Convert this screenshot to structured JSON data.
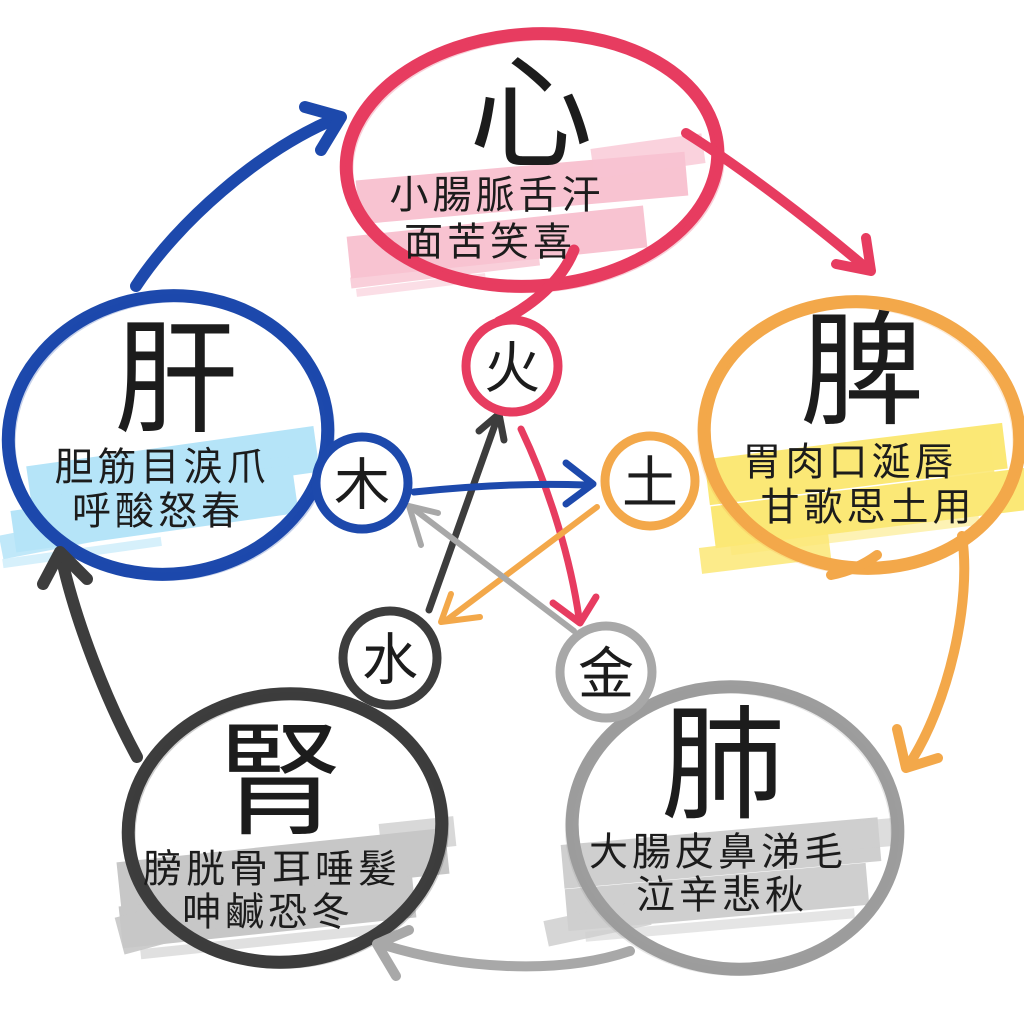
{
  "organs": {
    "heart": {
      "char": "心",
      "line1": "小腸脈舌汗",
      "line2": "面苦笑喜",
      "color": "#e73c60",
      "highlight": "#f8c3d1",
      "highlight_deep": "#f5aabf"
    },
    "liver": {
      "char": "肝",
      "line1": "胆筋目涙爪",
      "line2": "呼酸怒春",
      "color": "#1d49ac",
      "highlight": "#b5e4f8",
      "highlight_deep": "#96d9f5"
    },
    "spleen": {
      "char": "脾",
      "line1": "胃肉口涎唇",
      "line2": "甘歌思土用",
      "color": "#f3a84a",
      "highlight": "#fbe876",
      "highlight_deep": "#f7dd4e"
    },
    "kidney": {
      "char": "腎",
      "line1": "膀胱骨耳唾髮",
      "line2": "呻鹹恐冬",
      "color": "#3d3d3d",
      "highlight": "#c7c7c7",
      "highlight_deep": "#b3b3b3"
    },
    "lung": {
      "char": "肺",
      "line1": "大腸皮鼻涕毛",
      "line2": "泣辛悲秋",
      "color": "#9d9d9d",
      "highlight": "#cfcfcf",
      "highlight_deep": "#bcbcbc"
    }
  },
  "elements": {
    "fire": {
      "char": "火",
      "color": "#e73c60"
    },
    "wood": {
      "char": "木",
      "color": "#1d49ac"
    },
    "earth": {
      "char": "土",
      "color": "#f3a84a"
    },
    "water": {
      "char": "水",
      "color": "#3d3d3d"
    },
    "metal": {
      "char": "金",
      "color": "#a8a8a8"
    }
  },
  "arrows": {
    "generating": [
      {
        "from": "liver(wood)",
        "to": "heart(fire)",
        "color": "#1d49ac"
      },
      {
        "from": "heart(fire)",
        "to": "spleen(earth)",
        "color": "#e73c60"
      },
      {
        "from": "spleen(earth)",
        "to": "lung(metal)",
        "color": "#f3a84a"
      },
      {
        "from": "lung(metal)",
        "to": "kidney(water)",
        "color": "#a8a8a8"
      },
      {
        "from": "kidney(water)",
        "to": "liver(wood)",
        "color": "#3d3d3d"
      }
    ],
    "overcoming": [
      {
        "from": "wood",
        "to": "earth",
        "color": "#1d49ac"
      },
      {
        "from": "water",
        "to": "fire",
        "color": "#3d3d3d"
      },
      {
        "from": "fire",
        "to": "metal",
        "color": "#e73c60"
      },
      {
        "from": "earth",
        "to": "water",
        "color": "#f3a84a"
      },
      {
        "from": "metal",
        "to": "wood",
        "color": "#a8a8a8"
      }
    ]
  },
  "background": "#ffffff",
  "text_color": "#1c1c1c"
}
